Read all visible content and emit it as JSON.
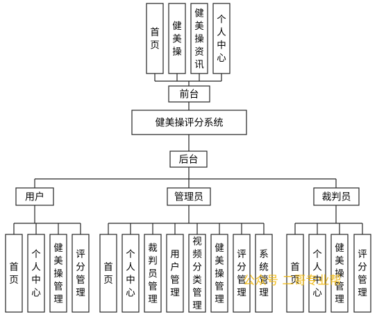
{
  "root": {
    "label": "健美操评分系统"
  },
  "frontend": {
    "label": "前台",
    "items": [
      "首页",
      "健美操",
      "健美操资讯",
      "个人中心"
    ]
  },
  "backend": {
    "label": "后台",
    "roles": [
      {
        "label": "用户",
        "items": [
          "首页",
          "个人中心",
          "健美操管理",
          "评分管理"
        ]
      },
      {
        "label": "管理员",
        "items": [
          "首页",
          "个人中心",
          "裁判员管理",
          "用户管理",
          "视频分类管理",
          "健美操管理",
          "评分管理",
          "系统管理"
        ]
      },
      {
        "label": "裁判员",
        "items": [
          "首页",
          "个人中心",
          "健美操管理",
          "评分管理"
        ]
      }
    ]
  },
  "watermark": {
    "text": "公众号 二哥专业帮",
    "color": "#f2b705"
  }
}
